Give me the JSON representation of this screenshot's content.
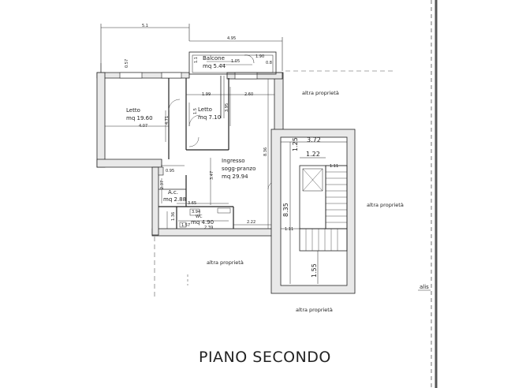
{
  "drawing": {
    "title": "PIANO SECONDO",
    "corner_note": "alis"
  },
  "rooms": {
    "balcone": {
      "name": "Balcone",
      "area": "mq 5.44"
    },
    "letto1": {
      "name": "Letto",
      "area": "mq 19.60"
    },
    "letto2": {
      "name": "Letto",
      "area": "mq 7.10"
    },
    "ingresso": {
      "name1": "Ingresso",
      "name2": "sogg-pranzo",
      "area": "mq 29.94"
    },
    "ac": {
      "name": "A.c.",
      "area": "mq 2.88"
    },
    "wc": {
      "name": "WC",
      "area": "mq 4.90"
    }
  },
  "neighbors": {
    "top_right": "altra proprietà",
    "right": "altra proprietà",
    "bottom_middle": "altra proprietà",
    "bottom_right": "altra proprietà"
  },
  "dimensions": {
    "top_total": "5.1",
    "top_right": "4.95",
    "letto_top": "0.57",
    "balc_left": "1.1",
    "balc_mid": "1.05",
    "balc_right1": "1.90",
    "balc_right2": "0.8",
    "d199": "1.99",
    "d268": "2.60",
    "d15": "1.5",
    "d395": "3.95",
    "d407": "4.07",
    "d471": "4.71",
    "d836": "8.36",
    "d347": "3.47",
    "d095": "0.95",
    "d237": "2.37",
    "d365": "3.65",
    "d394": "3.94",
    "d239": "2.39",
    "d222": "2.22",
    "d136": "1.36",
    "d157": "1.57",
    "stair_125": "1.25",
    "stair_372": "3.72",
    "stair_122": "1.22",
    "stair_111a": "1.11",
    "stair_835": "8.35",
    "stair_111b": "1.11",
    "stair_155": "1.55"
  }
}
